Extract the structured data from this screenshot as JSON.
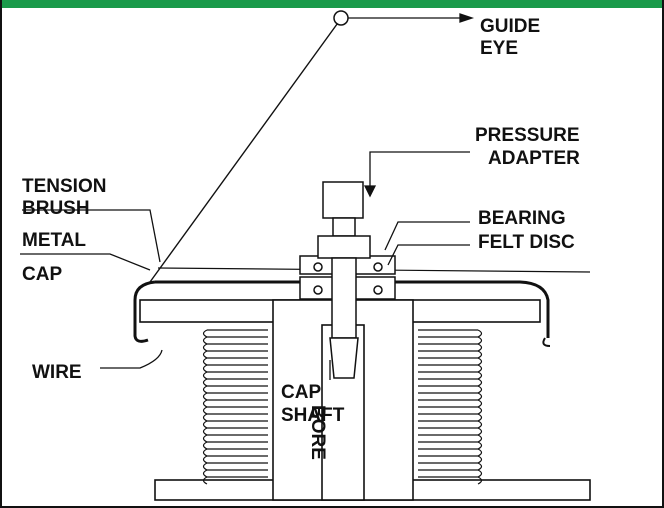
{
  "labels": {
    "guide_eye_1": "GUIDE",
    "guide_eye_2": "EYE",
    "pressure_adapter_1": "PRESSURE",
    "pressure_adapter_2": "ADAPTER",
    "tension_brush_1": "TENSION",
    "tension_brush_2": "BRUSH",
    "bearing": "BEARING",
    "felt_disc": "FELT DISC",
    "metal": "METAL",
    "cap": "CAP",
    "wire": "WIRE",
    "cap_shaft_1": "CAP",
    "cap_shaft_2": "SHAFT",
    "bore": "BORE"
  },
  "colors": {
    "accent_bar": "#1a9a4a",
    "line": "#111111"
  }
}
